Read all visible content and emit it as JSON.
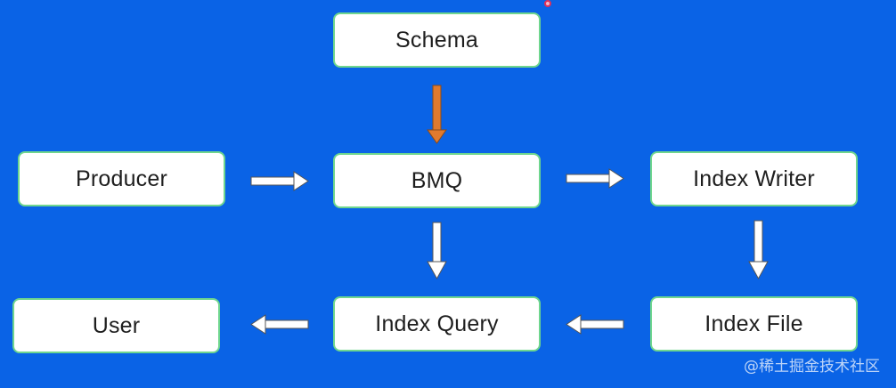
{
  "nodes": {
    "schema": "Schema",
    "producer": "Producer",
    "bmq": "BMQ",
    "index_writer": "Index Writer",
    "user": "User",
    "index_query": "Index Query",
    "index_file": "Index File"
  },
  "watermark": "@稀土掘金技术社区",
  "colors": {
    "background": "#0a63e6",
    "node_fill": "#ffffff",
    "node_border": "#6fd68e",
    "arrow_white": "#ffffff",
    "arrow_orange": "#e07a2e"
  }
}
